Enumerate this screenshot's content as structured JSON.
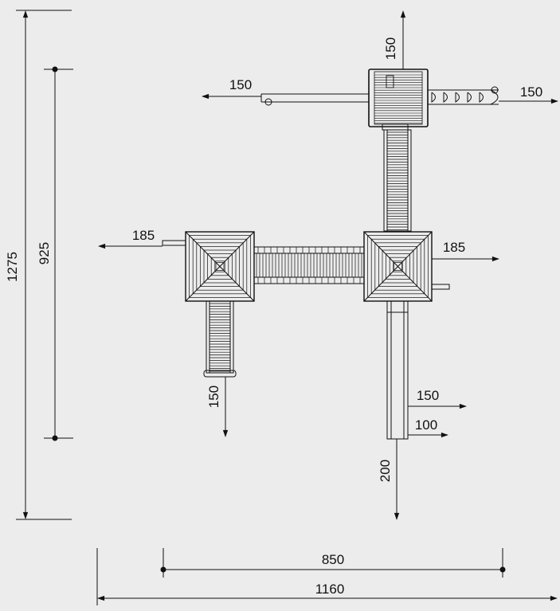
{
  "colors": {
    "background": "#ececec",
    "ink": "#111111"
  },
  "dimensions": {
    "total_height": "1275",
    "frame_height": "925",
    "frame_width": "850",
    "total_width": "1160"
  },
  "clearances": {
    "tower_top": "150",
    "beam_left": "150",
    "ladder_right": "150",
    "left_tower_left": "185",
    "right_tower_right": "185",
    "left_ladder_bottom": "150",
    "slide_side_a": "150",
    "slide_side_b": "100",
    "slide_end": "200"
  }
}
